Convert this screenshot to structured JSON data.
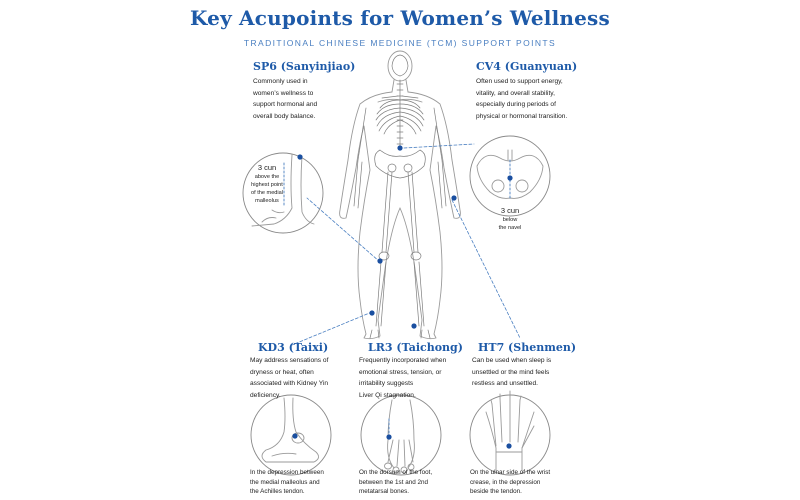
{
  "header": {
    "title": "Key Acupoints for Women’s Wellness",
    "subtitle": "TRADITIONAL CHINESE MEDICINE (TCM) SUPPORT POINTS"
  },
  "points": {
    "sp6": {
      "name": "SP6 (Sanyinjiao)",
      "desc": [
        "Commonly used in",
        "women’s wellness to",
        "support hormonal and",
        "overall body balance."
      ],
      "inset": {
        "big": "3 cun",
        "small": [
          "above the",
          "highest point",
          "of the medial",
          "malleolus"
        ]
      }
    },
    "cv4": {
      "name": "CV4 (Guanyuan)",
      "desc": [
        "Often used to support energy,",
        "vitality, and overall stability,",
        "especially during periods of",
        "physical or hormonal transition."
      ],
      "inset": {
        "big": "3 cun",
        "small": [
          "below",
          "the navel"
        ]
      }
    },
    "kd3": {
      "name": "KD3 (Taixi)",
      "desc": [
        "May address sensations of",
        "dryness or heat, often",
        "associated with Kidney Yin",
        "deficiency."
      ],
      "location": [
        "In the depression between",
        "the medial malleolus and",
        "the Achilles tendon."
      ]
    },
    "lr3": {
      "name": "LR3 (Taichong)",
      "desc": [
        "Frequently incorporated when",
        "emotional stress, tension, or",
        "irritability suggests",
        "Liver Qi stagnation."
      ],
      "location": [
        "On the dorsum of the foot,",
        "between the 1st and 2nd",
        "metatarsal bones."
      ]
    },
    "ht7": {
      "name": "HT7 (Shenmen)",
      "desc": [
        "Can be used when sleep is",
        "unsettled or the mind feels",
        "restless and unsettled."
      ],
      "location": [
        "On the ulnar side of the wrist",
        "crease, in the depression",
        "beside the tendon."
      ]
    }
  },
  "colors": {
    "accent": "#1e5aa8",
    "point": "#1a4fa0",
    "line": "#9a9a9a",
    "guide": "#4a7fc1"
  }
}
